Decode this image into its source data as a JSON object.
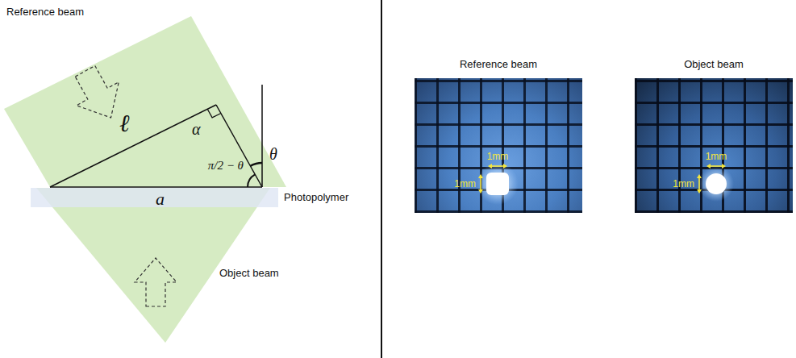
{
  "diagram": {
    "nodes": [
      {
        "text": [
          "Reference beam",
          "1mm",
          "1mm"
        ]
      },
      {
        "text": [
          "Object beam",
          "1mm",
          "1mm"
        ]
      }
    ],
    "labels": [
      "Reference beam",
      "ℓ",
      "α",
      "θ",
      "π/2 − θ",
      "a",
      "Photopolymer",
      "Object beam"
    ]
  }
}
